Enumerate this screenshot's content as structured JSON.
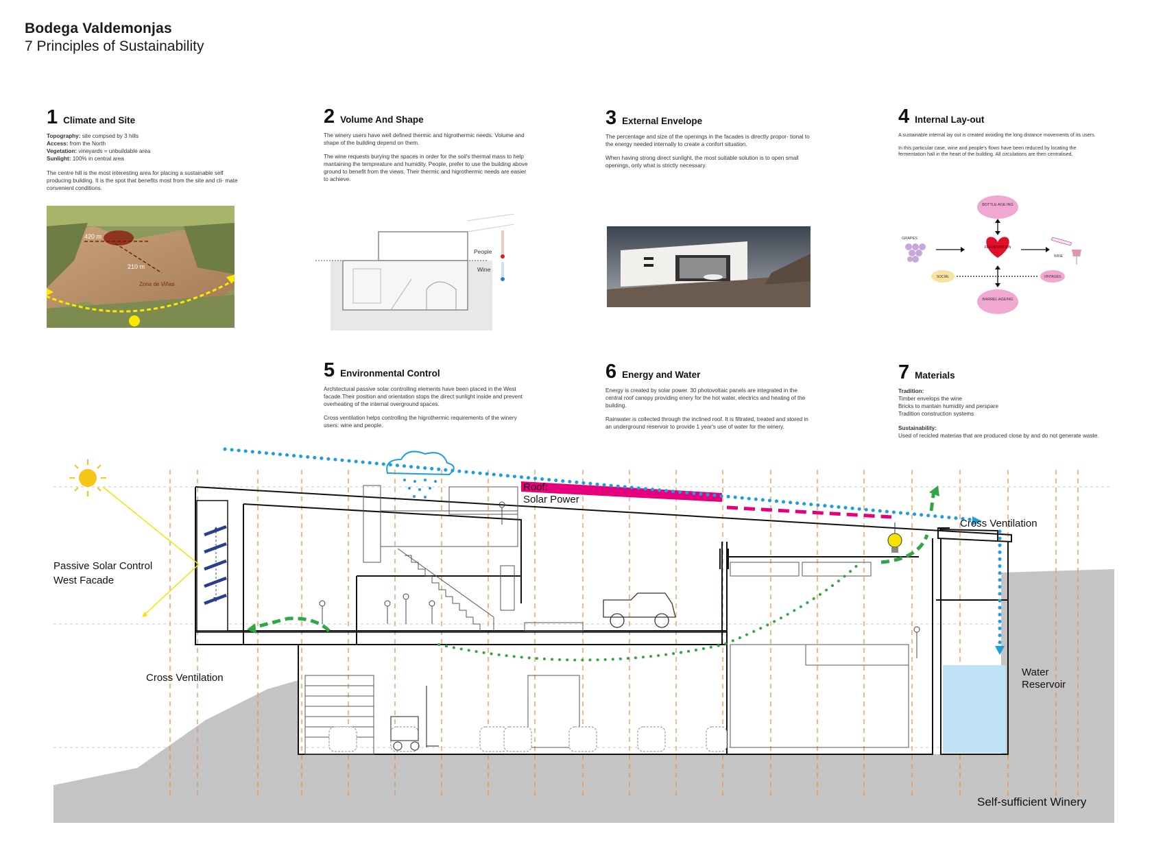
{
  "header": {
    "title": "Bodega Valdemonjas",
    "subtitle": "7 Principles of Sustainability"
  },
  "principles": [
    {
      "num": "1",
      "title": "Climate and Site",
      "facts": [
        {
          "k": "Topography:",
          "v": " site compsed by 3 hills"
        },
        {
          "k": "Access:",
          "v": " from the North"
        },
        {
          "k": "Vegetation:",
          "v": " vineyards = unbuildable area"
        },
        {
          "k": "Sunlight:",
          "v": " 100% in central area"
        }
      ],
      "text": "The centre hill is the most interesting area for placing a sustainable self producing building. It is the spot that benefits most from the site and cli- mate convenient conditions."
    },
    {
      "num": "2",
      "title": "Volume And Shape",
      "text1": "The winery users have well defined thermic and higrothermic needs. Volume and shape of the building depend on them.",
      "text2": "The wine requests burying the spaces in order for the soil's thermal mass to help mantaining the tempreature and humidity. People, prefer to use the building above ground to benefit from the views. Their thermic and higrothermic needs are easier to achieve."
    },
    {
      "num": "3",
      "title": "External Envelope",
      "text1": "The percentage and size of the openings in the facades is directly propor- tional to the energy needed internally to create a confort situation.",
      "text2": "When having strong direct sunlight, the most suitable solution is to open small openings, only what is strictly necessary."
    },
    {
      "num": "4",
      "title": "Internal Lay-out",
      "text1": "A sustainable internal lay out is created avoiding the long distance movements of its users.",
      "text2": "In this particular case, wine and people's flows have been reduced by locating the fermentation hall in the heart of the building. All circulations are then centralised."
    },
    {
      "num": "5",
      "title": "Environmental Control",
      "text1": "Architectural passive solar controlling elements have been placed in the West facade.Their position and orientation stops the direct sunlight inside and prevent overheating of the internal overground spaces.",
      "text2": "Cross ventilation helps controlling the higrothermic requirements of the winery users: wine and people."
    },
    {
      "num": "6",
      "title": "Energy and Water",
      "text1": "Energy is created by solar power. 30 photovoltaic panels are integrated in the central roof canopy providing enery for the hot water, electrics and heating of the building.",
      "text2": "Rainwater is collected through the inclined roof. It is filtrated, treated and stored in an underground reservoir to provide 1 year's use of water for the winery."
    },
    {
      "num": "7",
      "title": "Materials",
      "tradition_label": "Tradition:",
      "tradition_lines": [
        "Timber envelops the wine",
        "Bricks to mantain humidity and perspare",
        "Tradition construction systems"
      ],
      "sustain_label": "Sustainability:",
      "sustain_text": "Used of recicled materias that are produced close by and do not generate waste."
    }
  ],
  "site_photo": {
    "dim1": "420 m",
    "dim2": "210 m",
    "zone": "Zona de Viñas"
  },
  "sketch": {
    "people": "People",
    "wine": "Wine"
  },
  "flow": {
    "grapes": "GRAPES",
    "fermentation": "FERMENTATION",
    "bottle": "BOTTLE AGE ING",
    "barrel": "BARREL AGEING",
    "social": "SOCIAL",
    "vintages": "VINTAGES",
    "wine": "WINE"
  },
  "section": {
    "roof_line1": "Roof:",
    "roof_line2": "Solar Power",
    "cross_vent_top": "Cross Ventilation",
    "passive_line1": "Passive Solar Control",
    "passive_line2": "West Facade",
    "cross_vent_left": "Cross Ventilation",
    "water_line1": "Water",
    "water_line2": "Reservoir",
    "caption": "Self-sufficient Winery"
  },
  "colors": {
    "sun": "#f5c518",
    "blue_dots": "#1a9ee0",
    "green_dots": "#2fa844",
    "magenta": "#e6007e",
    "ground": "#c4c4c4",
    "water": "#bfe3f5",
    "orange_dash": "#ef8a3a"
  }
}
